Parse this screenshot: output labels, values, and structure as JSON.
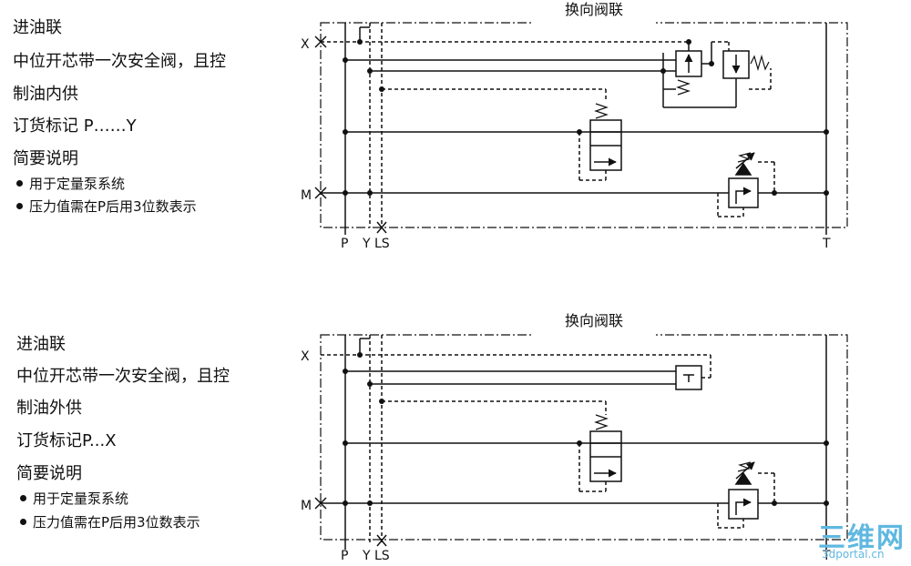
{
  "section1": {
    "heading": "进油联",
    "desc_line1": "中位开芯带一次安全阀，且控",
    "desc_line2": "制油内供",
    "order_mark": "订货标记    P……Y",
    "summary_title": "简要说明",
    "bullets": [
      "用于定量泵系统",
      "压力值需在P后用3位数表示"
    ],
    "diagram_title": "换向阀联",
    "ports": {
      "x": "X",
      "m": "M",
      "p": "P",
      "y": "Y",
      "ls": "LS",
      "t": "T"
    }
  },
  "section2": {
    "heading": "进油联",
    "desc_line1": "中位开芯带一次安全阀，且控",
    "desc_line2": "制油外供",
    "order_mark": "订货标记P...X",
    "summary_title": "简要说明",
    "bullets": [
      "用于定量泵系统",
      "压力值需在P后用3位数表示"
    ],
    "diagram_title": "换向阀联",
    "ports": {
      "x": "X",
      "m": "M",
      "p": "P",
      "y": "Y",
      "ls": "LS",
      "t": "T"
    }
  },
  "watermark": {
    "brand": "三维网",
    "url": "3dportal.cn"
  }
}
